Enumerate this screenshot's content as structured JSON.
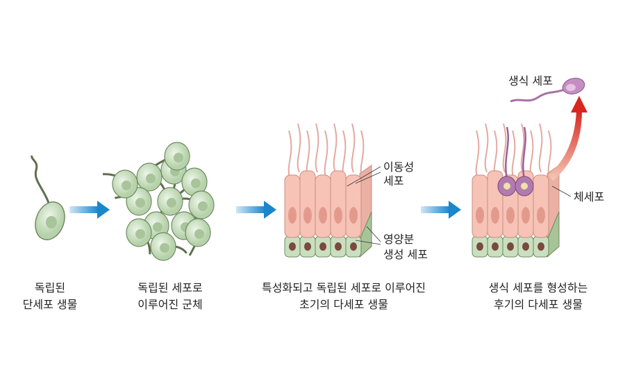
{
  "stages": [
    {
      "caption": [
        "독립된",
        "단세포 생물"
      ]
    },
    {
      "caption": [
        "독립된 세포로",
        "이루어진 군체"
      ]
    },
    {
      "caption": [
        "특성화되고 독립된 세포로 이루어진",
        "초기의 다세포 생물"
      ]
    },
    {
      "caption": [
        "생식 세포를 형성하는",
        "후기의 다세포 생물"
      ]
    }
  ],
  "labels": {
    "motile_cell": [
      "이동성",
      "세포"
    ],
    "nutritive_cell": [
      "영양분",
      "생성 세포"
    ],
    "somatic_cell": "체세포",
    "germ_cell": "생식 세포"
  },
  "colors": {
    "green_cell": "#c9dfc0",
    "green_stroke": "#6e8a5f",
    "pink_cell": "#f6c3b6",
    "pink_stroke": "#c98f82",
    "flagellum": "#5e6e4c",
    "arrow_blue": "#2a8fd0",
    "arrow_red": "#d8322a",
    "germ_purple": "#b27bb0"
  }
}
